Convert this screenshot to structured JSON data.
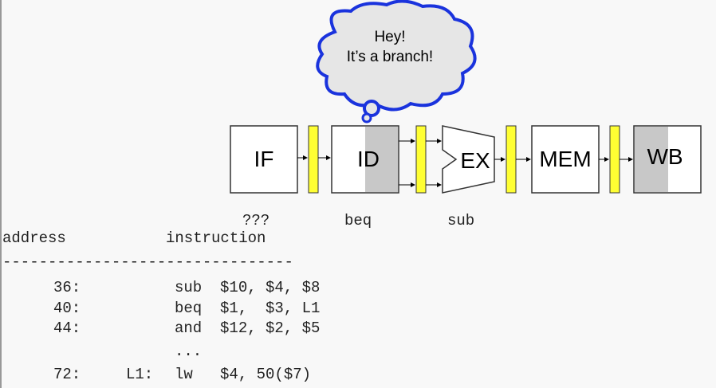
{
  "cloud": {
    "line1": "Hey!",
    "line2": "It’s a branch!"
  },
  "pipeline": {
    "stages": [
      "IF",
      "ID",
      "EX",
      "MEM",
      "WB"
    ],
    "colors": {
      "register": "#ffff33",
      "shade": "#c8c8c8",
      "cloud_stroke": "#1a33dd",
      "cloud_fill": "#e6e6e6"
    }
  },
  "stage_labels": {
    "if": "???",
    "id": "beq",
    "ex": "sub"
  },
  "table": {
    "header_address": "address",
    "header_instruction": "instruction",
    "divider": "--------------------------------",
    "rows": [
      {
        "address": "36:",
        "label": "",
        "instr": "sub  $10, $4, $8"
      },
      {
        "address": "40:",
        "label": "",
        "instr": "beq  $1,  $3, L1"
      },
      {
        "address": "44:",
        "label": "",
        "instr": "and  $12, $2, $5"
      },
      {
        "address": "",
        "label": "",
        "instr": "..."
      },
      {
        "address": "72:",
        "label": "L1:",
        "instr": "lw   $4, 50($7)"
      }
    ]
  }
}
